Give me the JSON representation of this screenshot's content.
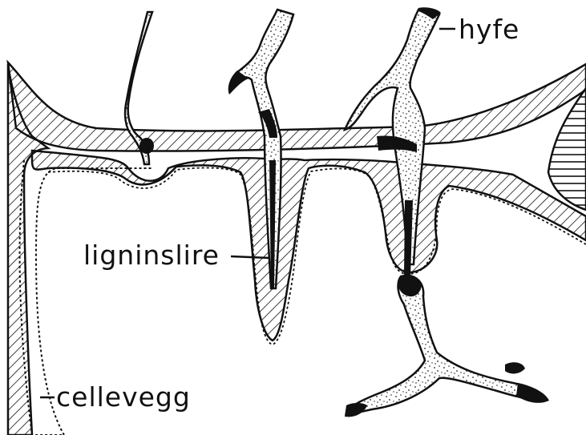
{
  "labels": {
    "hyfe": "hyfe",
    "ligninslire": "ligninslire",
    "cellevegg": "cellevegg"
  },
  "colors": {
    "ink": "#111111",
    "background": "#ffffff"
  }
}
